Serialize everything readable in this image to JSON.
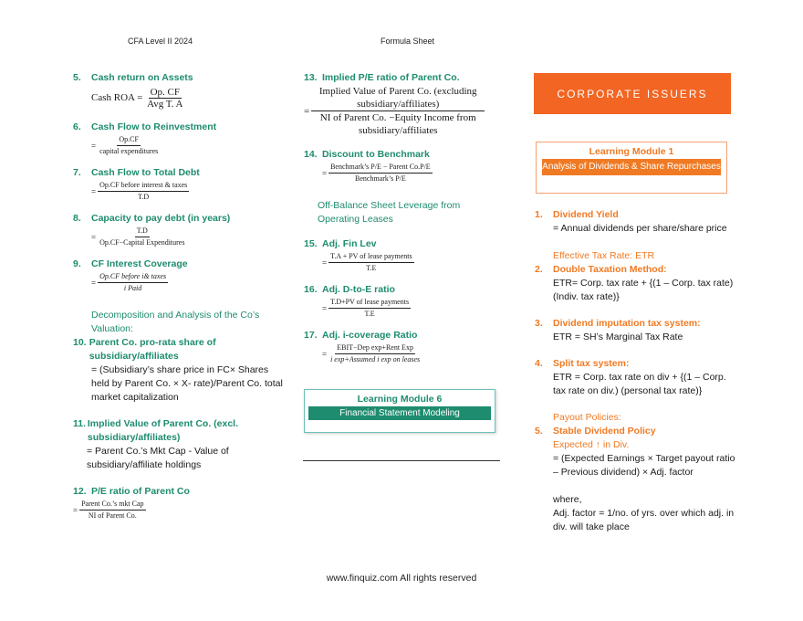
{
  "header": {
    "left": "CFA Level II 2024",
    "center": "Formula Sheet"
  },
  "footer": "www.finquiz.com All rights reserved",
  "col1": {
    "i5": {
      "num": "5.",
      "title": "Cash return on Assets",
      "lhs": "Cash ROA =",
      "n": "Op. CF",
      "d": "Avg T. A"
    },
    "i6": {
      "num": "6.",
      "title": "Cash Flow to Reinvestment",
      "n": "Op.CF",
      "d": "capital expenditures"
    },
    "i7": {
      "num": "7.",
      "title": "Cash Flow to Total Debt",
      "n": "Op.CF before interest & taxes",
      "d": "T.D"
    },
    "i8": {
      "num": "8.",
      "title": "Capacity to pay debt (in years)",
      "n": "T.D",
      "d": "Op.CF−Capital Expenditures"
    },
    "i9": {
      "num": "9.",
      "title": "CF Interest Coverage",
      "n": "Op.CF before i& taxes",
      "d": "i Paid"
    },
    "section": "Decomposition and Analysis of the Co’s Valuation:",
    "i10": {
      "num": "10.",
      "title": "Parent Co. pro-rata share of subsidiary/affiliates",
      "body": "= (Subsidiary’s share price in FC× Shares held by Parent Co. × X- rate)/Parent Co. total market capitalization"
    },
    "i11": {
      "num": "11.",
      "title": "Implied Value of Parent Co. (excl. subsidiary/affiliates)",
      "body": "= Parent Co.’s Mkt Cap - Value of subsidiary/affiliate holdings"
    },
    "i12": {
      "num": "12.",
      "title": "P/E ratio of Parent Co",
      "n": "Parent Co.’s mkt Cap",
      "d": "NI of  Parent Co."
    }
  },
  "col2": {
    "i13": {
      "num": "13.",
      "title": "Implied P/E ratio of Parent Co.",
      "n": "Implied Value of Parent Co. (excluding subsidiary/affiliates)",
      "d": "NI of  Parent Co. −Equity Income from subsidiary/affiliates"
    },
    "i14": {
      "num": "14.",
      "title": "Discount to Benchmark",
      "n": "Benchmark’s P/E − Parent Co.P/E",
      "d": "Benchmark’s P/E"
    },
    "section": "Off-Balance Sheet Leverage from Operating Leases",
    "i15": {
      "num": "15.",
      "title": "Adj. Fin Lev",
      "n": "T.A + PV of lease payments",
      "d": "T.E"
    },
    "i16": {
      "num": "16.",
      "title": "Adj. D-to-E ratio",
      "n": "T.D+PV of lease payments",
      "d": "T.E"
    },
    "i17": {
      "num": "17.",
      "title": "Adj. i-coverage Ratio",
      "n": "EBIT−Dep exp+Rent Exp",
      "d": "i exp+Assumed i exp on leases"
    },
    "module": {
      "title": "Learning Module 6",
      "subtitle": "Financial Statement Modeling"
    }
  },
  "col3": {
    "banner": "CORPORATE ISSUERS",
    "module": {
      "title": "Learning Module 1",
      "subtitle": "Analysis of Dividends & Share Repurchases"
    },
    "i1": {
      "num": "1.",
      "title": "Dividend Yield",
      "body": "= Annual dividends per share/share price"
    },
    "etr": "Effective Tax Rate: ETR",
    "i2": {
      "num": "2.",
      "title": "Double Taxation Method:",
      "body": "ETR= Corp. tax rate + {(1 – Corp. tax rate) (Indiv. tax rate)}"
    },
    "i3": {
      "num": "3.",
      "title": "Dividend imputation tax system:",
      "body": "ETR = SH’s Marginal Tax Rate"
    },
    "i4": {
      "num": "4.",
      "title": "Split tax system:",
      "body": "ETR = Corp. tax rate on div + {(1 – Corp. tax rate on div.) (personal tax rate)}"
    },
    "payout": "Payout Policies:",
    "i5": {
      "num": "5.",
      "title": "Stable Dividend Policy",
      "sub": "Expected ↑ in Div.",
      "body": "=  (Expected Earnings × Target payout ratio – Previous dividend) × Adj. factor",
      "where": "where,",
      "adj": "Adj. factor = 1/no. of yrs. over which adj. in div. will take place"
    }
  },
  "colors": {
    "green": "#1e8c6e",
    "orange": "#f07a24"
  }
}
